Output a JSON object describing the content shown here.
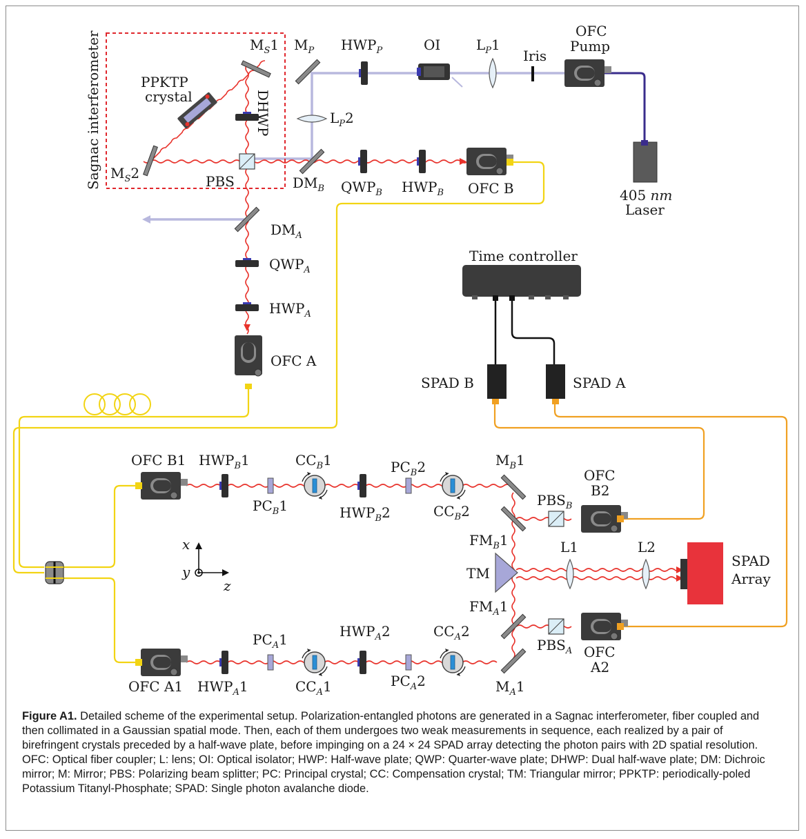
{
  "diagram": {
    "labels": {
      "sagnac": "Sagnac interferometer",
      "ppktp": "PPKTP",
      "crystal": "crystal",
      "ms1": "M",
      "ms1_sub": "S",
      "ms1_num": "1",
      "ms2": "M",
      "ms2_sub": "S",
      "ms2_num": "2",
      "dhwp": "DHWP",
      "pbs": "PBS",
      "mp": "M",
      "mp_sub": "P",
      "hwpp": "HWP",
      "hwpp_sub": "P",
      "oi": "OI",
      "lp1": "L",
      "lp1_sub": "P",
      "lp1_num": "1",
      "iris": "Iris",
      "ofc_pump_1": "OFC",
      "ofc_pump_2": "Pump",
      "lp2": "L",
      "lp2_sub": "P",
      "lp2_num": "2",
      "dmb": "DM",
      "dmb_sub": "B",
      "qwpb": "QWP",
      "qwpb_sub": "B",
      "hwpb": "HWP",
      "hwpb_sub": "B",
      "ofcb": "OFC B",
      "laser_1": "405",
      "laser_nm": "nm",
      "laser_2": "Laser",
      "dma": "DM",
      "dma_sub": "A",
      "qwpa": "QWP",
      "qwpa_sub": "A",
      "hwpa": "HWP",
      "hwpa_sub": "A",
      "ofca": "OFC A",
      "time_controller": "Time controller",
      "spadb": "SPAD B",
      "spada": "SPAD A",
      "ofcb1": "OFC B1",
      "hwpb1": "HWP",
      "hwpb1_sub": "B",
      "hwpb1_num": "1",
      "ccb1": "CC",
      "ccb1_sub": "B",
      "ccb1_num": "1",
      "pcb2": "PC",
      "pcb2_sub": "B",
      "pcb2_num": "2",
      "mb1": "M",
      "mb1_sub": "B",
      "mb1_num": "1",
      "ofcb2_1": "OFC",
      "ofcb2_2": "B2",
      "pcb1": "PC",
      "pcb1_sub": "B",
      "pcb1_num": "1",
      "hwpb2": "HWP",
      "hwpb2_sub": "B",
      "hwpb2_num": "2",
      "ccb2": "CC",
      "ccb2_sub": "B",
      "ccb2_num": "2",
      "pbsb": "PBS",
      "pbsb_sub": "B",
      "fmb1": "FM",
      "fmb1_sub": "B",
      "fmb1_num": "1",
      "tm": "TM",
      "l1": "L1",
      "l2": "L2",
      "spad_array_1": "SPAD",
      "spad_array_2": "Array",
      "axis_x": "x",
      "axis_y": "y",
      "axis_z": "z",
      "fma1": "FM",
      "fma1_sub": "A",
      "fma1_num": "1",
      "hwpa2": "HWP",
      "hwpa2_sub": "A",
      "hwpa2_num": "2",
      "cca2": "CC",
      "cca2_sub": "A",
      "cca2_num": "2",
      "pca1": "PC",
      "pca1_sub": "A",
      "pca1_num": "1",
      "pbsa": "PBS",
      "pbsa_sub": "A",
      "ofca2_1": "OFC",
      "ofca2_2": "A2",
      "ofca1": "OFC A1",
      "hwpa1": "HWP",
      "hwpa1_sub": "A",
      "hwpa1_num": "1",
      "cca1": "CC",
      "cca1_sub": "A",
      "cca1_num": "1",
      "pca2": "PC",
      "pca2_sub": "A",
      "pca2_num": "2",
      "ma1": "M",
      "ma1_sub": "A",
      "ma1_num": "1"
    },
    "colors": {
      "signal": "#e8322b",
      "pump": "#b8b8de",
      "fiber_yellow": "#f2d413",
      "fiber_orange": "#f0a021",
      "laser_fiber": "#3a2c8c",
      "component_dark": "#3b3b3b",
      "waveplate_mark": "#3a3ab0",
      "crystal_plate": "#a7a7d8",
      "cc_crystal": "#2b8fd6",
      "spad_array": "#e8333b",
      "sagnac_box": "#e0262c"
    }
  },
  "caption": {
    "label": "Figure A1.",
    "text": " Detailed scheme of the experimental setup. Polarization-entangled photons are generated in a Sagnac interferometer, fiber coupled and then collimated in a Gaussian spatial mode. Then, each of them undergoes two weak measurements in sequence, each realized by a pair of birefringent crystals preceded by a half-wave plate, before impinging on a 24 × 24 SPAD array detecting the photon pairs with 2D spatial resolution. OFC: Optical fiber coupler; L: lens; OI: Optical isolator; HWP: Half-wave plate; QWP: Quarter-wave plate; DHWP: Dual half-wave plate; DM: Dichroic mirror; M: Mirror; PBS: Polarizing beam splitter; PC: Principal crystal; CC: Compensation crystal; TM: Triangular mirror; PPKTP: periodically-poled Potassium Titanyl-Phosphate; SPAD: Single photon avalanche diode."
  }
}
